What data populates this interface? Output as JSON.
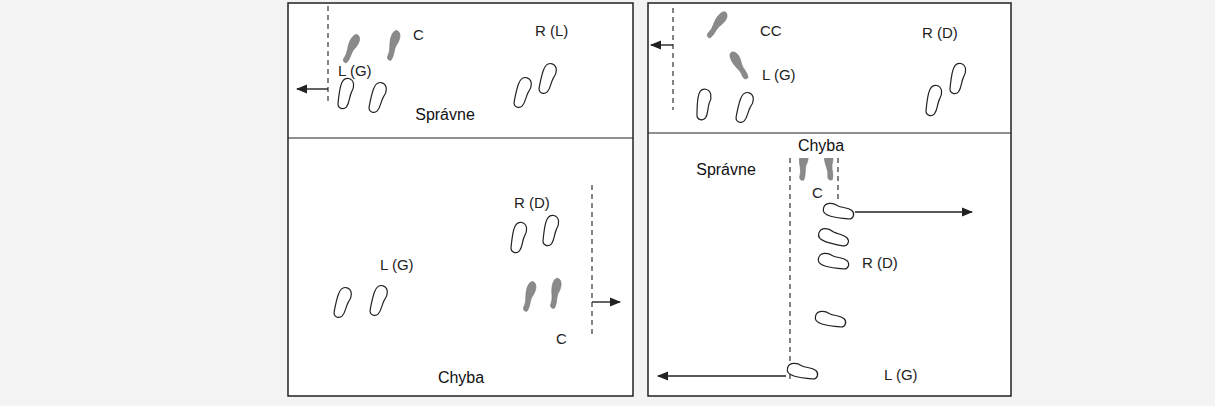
{
  "diagram": {
    "nodes": [
      {
        "text": [
          "Správne"
        ]
      },
      {
        "text": [
          "Chyba"
        ]
      },
      {
        "text": [
          "Správne"
        ]
      },
      {
        "text": [
          "Chyba"
        ]
      }
    ],
    "labels": [
      "C",
      "R (L)",
      "L (G)",
      "CC",
      "R (D)",
      "L (G)",
      "R (D)",
      "L (G)",
      "C",
      "C",
      "R (D)",
      "L (G)"
    ]
  }
}
